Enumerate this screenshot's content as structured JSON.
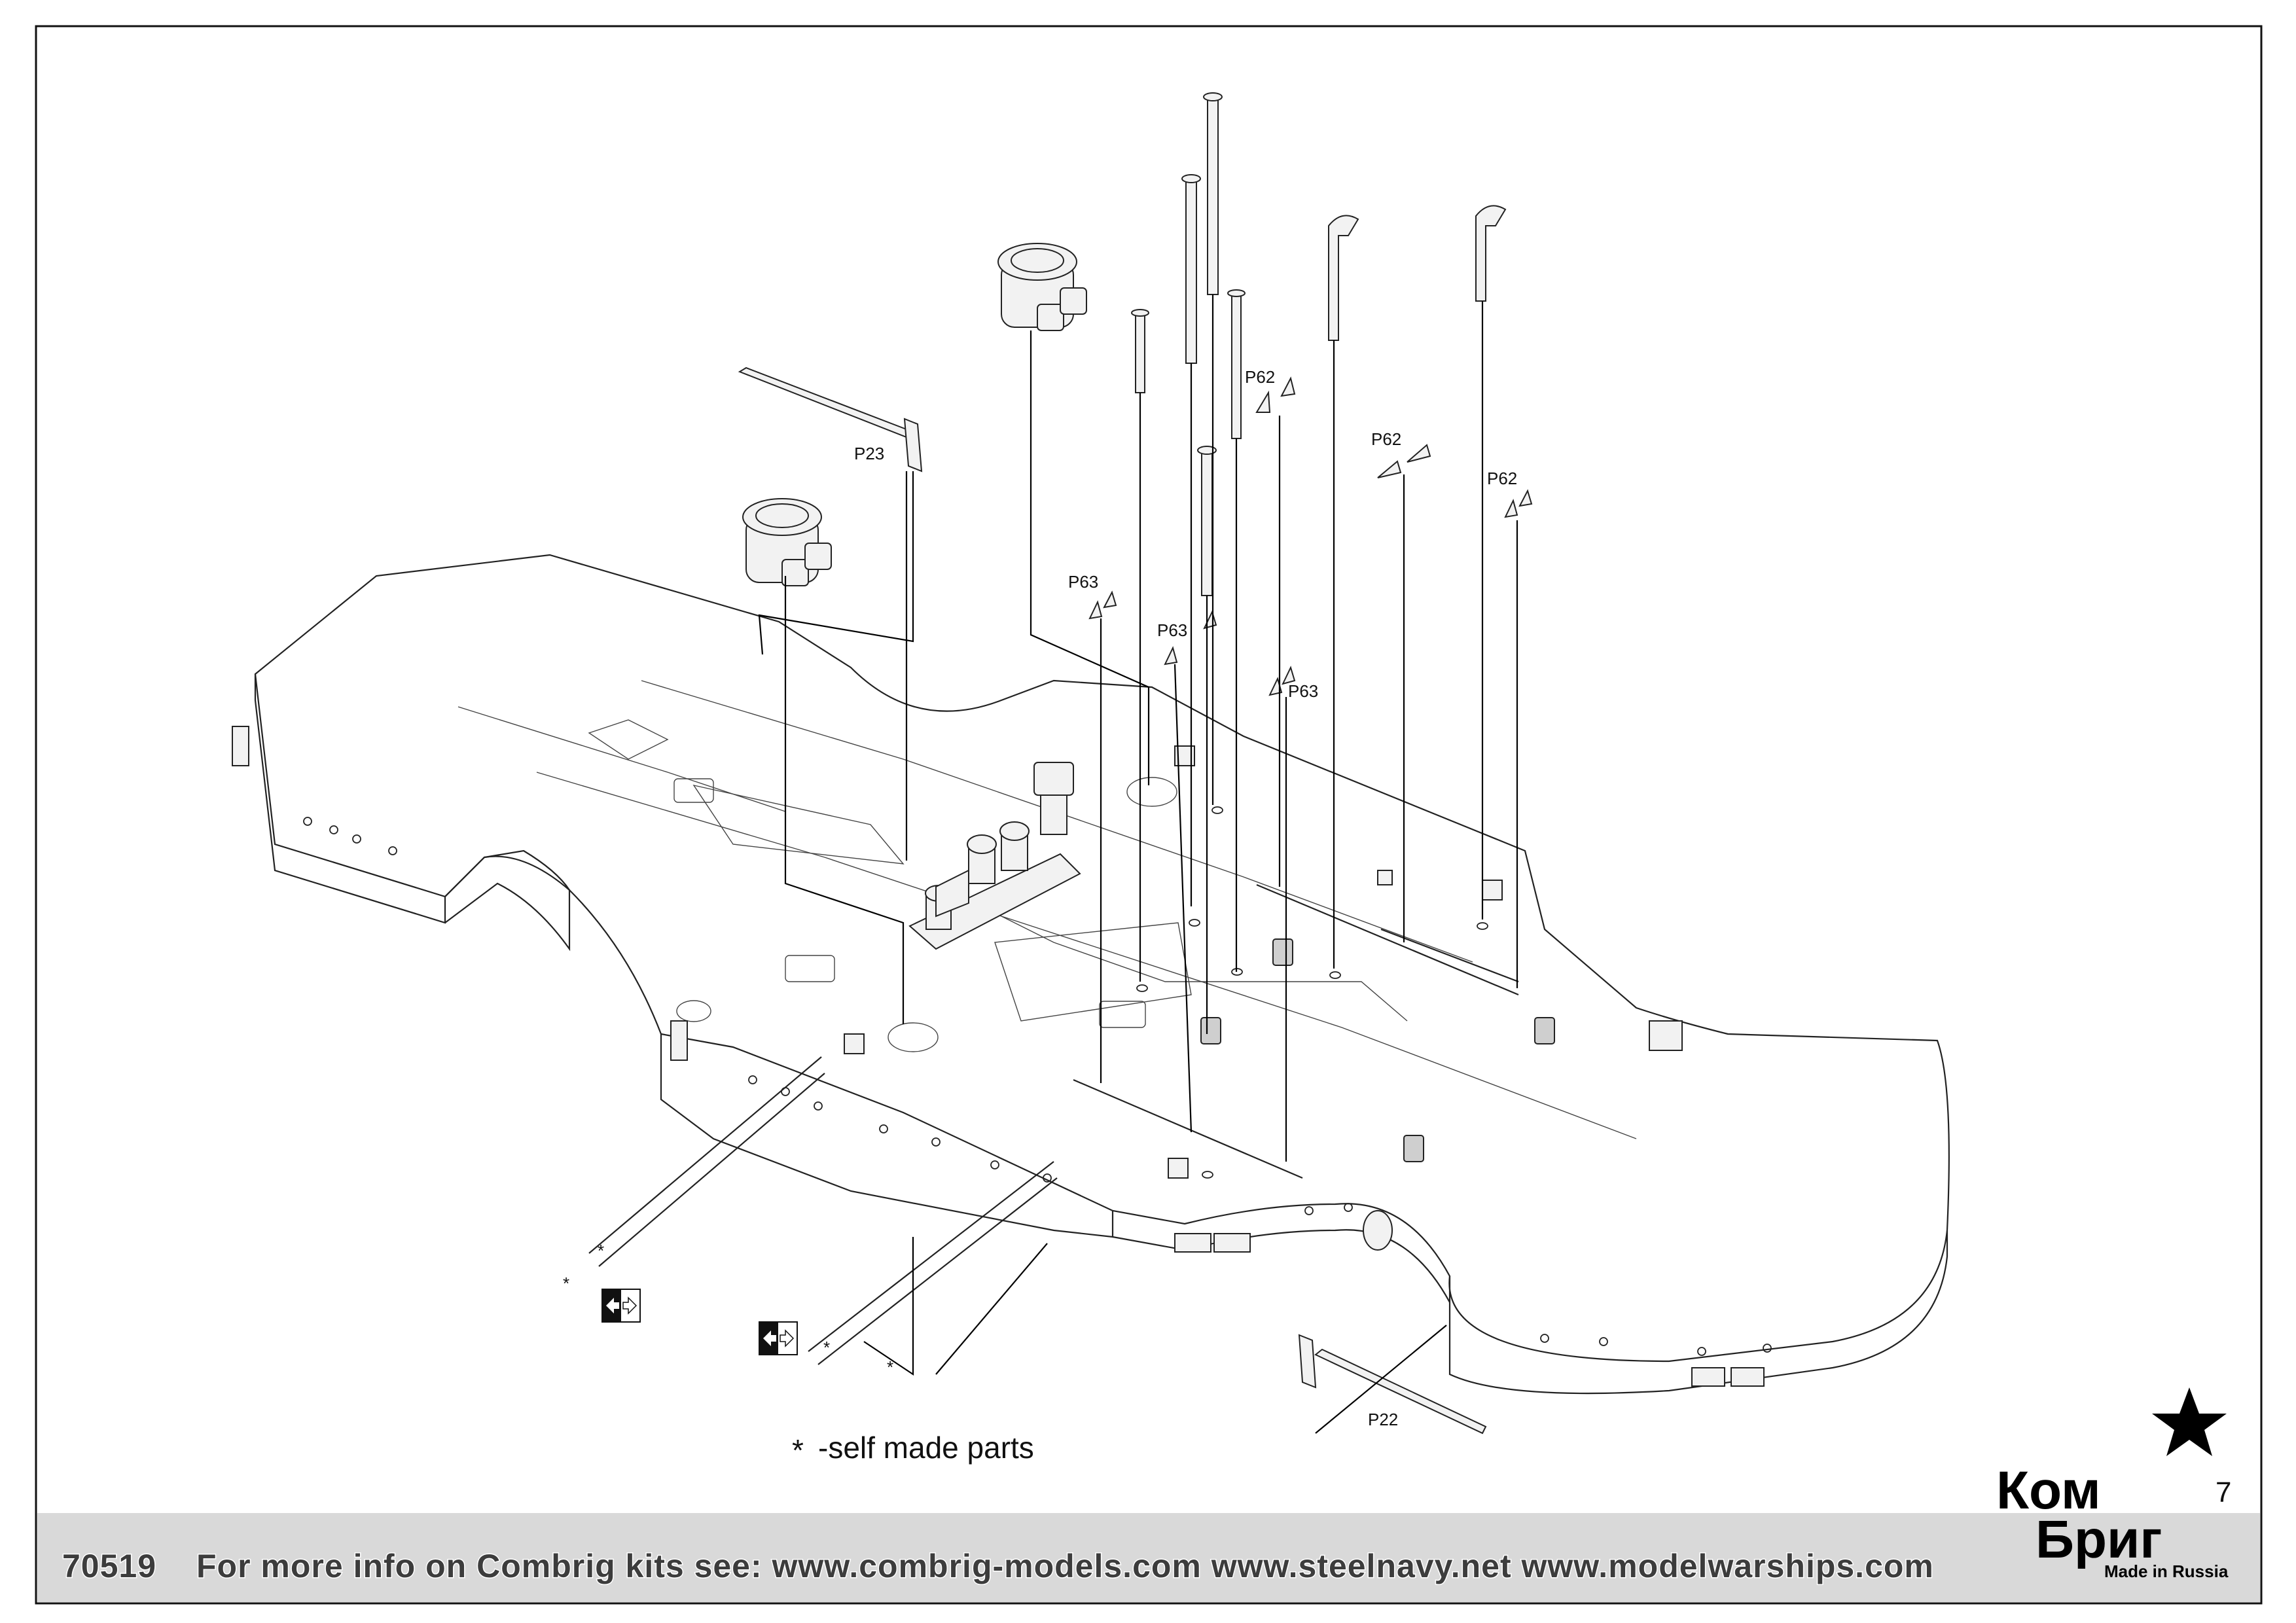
{
  "page": {
    "number": "7",
    "legend": "-self made parts",
    "legend_star": "*"
  },
  "labels": {
    "p23": "P23",
    "p22": "P22",
    "p62": "P62",
    "p63": "P63"
  },
  "footer": {
    "kit_number": "70519",
    "info": "For more info on Combrig kits see: www.combrig-models.com www.steelnavy.net  www.modelwarships.com"
  },
  "logo": {
    "line1": "Ком",
    "line2": "Бриг",
    "tagline": "Made in Russia"
  },
  "colors": {
    "footer_band": "#d9d9d9",
    "line": "#222222",
    "text": "#111111"
  }
}
